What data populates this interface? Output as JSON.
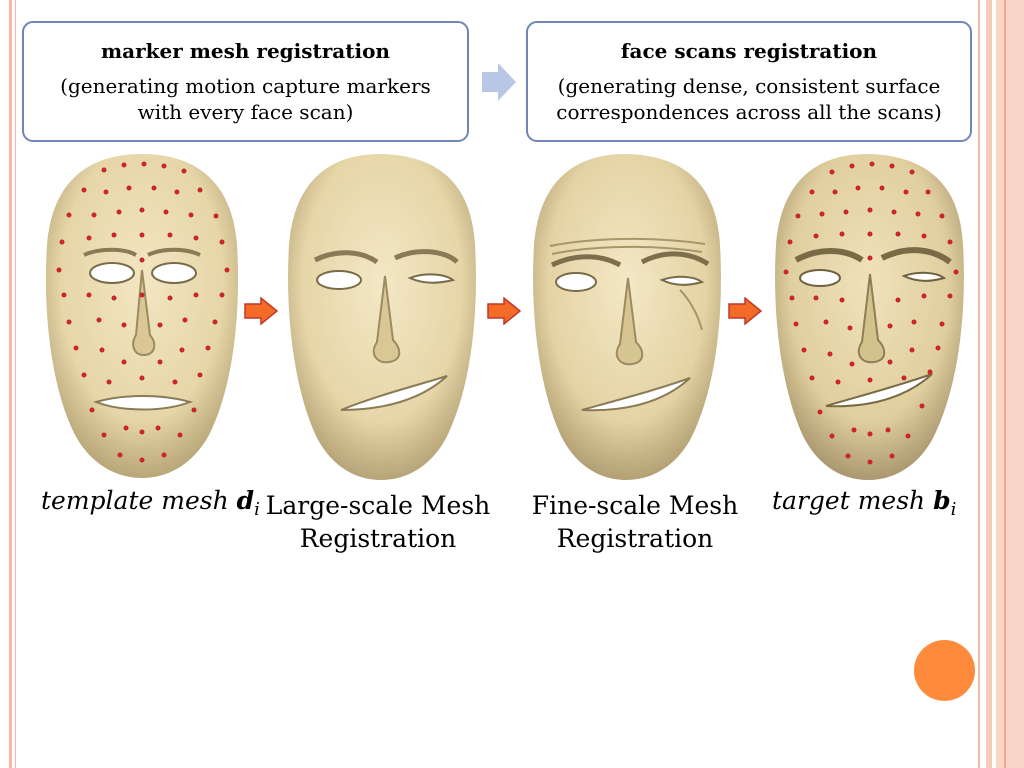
{
  "boxes": [
    {
      "title": "marker mesh registration",
      "desc_line1": "(generating motion capture markers",
      "desc_line2": "with every face scan)"
    },
    {
      "title": "face scans registration",
      "desc_line1": "(generating dense, consistent surface",
      "desc_line2": "correspondences across all the scans)"
    }
  ],
  "captions": {
    "template": {
      "prefix": "template mesh ",
      "symbol": "d",
      "subscript": "i"
    },
    "large": {
      "line1": "Large-scale Mesh",
      "line2": "Registration"
    },
    "fine": {
      "line1": "Fine-scale Mesh",
      "line2": "Registration"
    },
    "target": {
      "prefix": "target mesh ",
      "symbol": "b",
      "subscript": "i"
    }
  },
  "colors": {
    "box_border": "#6f86b6",
    "top_arrow": "#b8c7e4",
    "step_arrow": "#f36b26",
    "marker_dot": "#c8262b",
    "face_skin": "#e9dcb3",
    "accent_orb": "#fe8a3c"
  }
}
